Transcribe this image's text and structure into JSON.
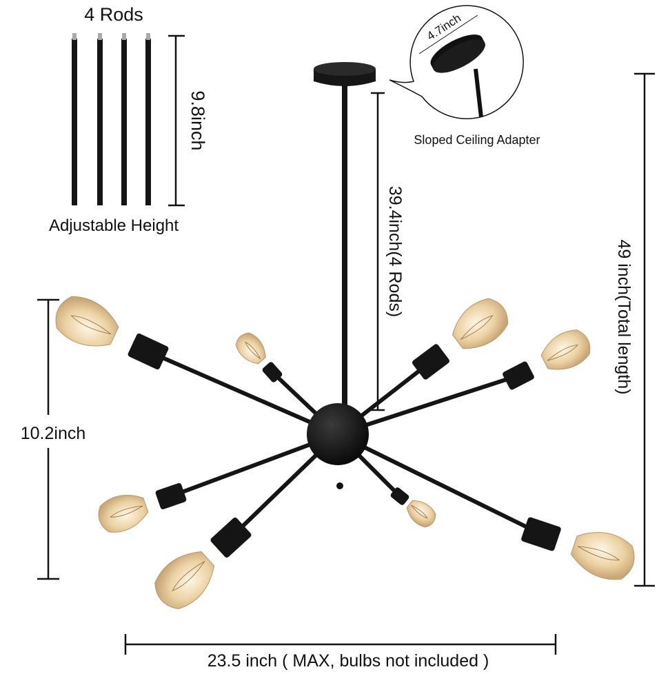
{
  "rods": {
    "title": "4 Rods",
    "length": "9.8inch",
    "caption": "Adjustable Height"
  },
  "rod_height": "39.4inch(4 Rods)",
  "adapter": {
    "width": "4.7inch",
    "caption": "Sloped Ceiling Adapter"
  },
  "total_length": "49 inch(Total length)",
  "fixture_height": "10.2inch",
  "max_width": "23.5 inch ( MAX, bulbs not included )",
  "colors": {
    "metal": "#151515",
    "bulb": "#e9cfa2",
    "line": "#111111"
  }
}
